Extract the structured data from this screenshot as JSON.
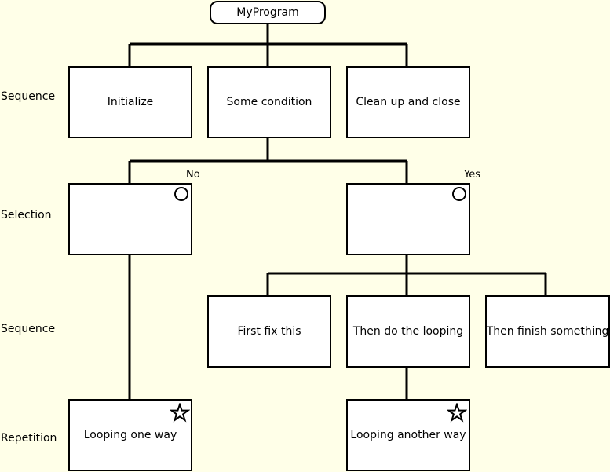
{
  "title": "MyProgram",
  "row_labels": {
    "row1": "Sequence",
    "row2": "Selection",
    "row3": "Sequence",
    "row4": "Repetition"
  },
  "boxes": {
    "initialize": "Initialize",
    "some_condition": "Some condition",
    "clean_up": "Clean up and close",
    "selection_no": "",
    "selection_yes": "",
    "first_fix": "First fix this",
    "do_looping": "Then do the looping",
    "finish_something": "Then finish something",
    "loop_one": "Looping one way",
    "loop_another": "Looping another way"
  },
  "branch_labels": {
    "no": "No",
    "yes": "Yes"
  },
  "markers": {
    "selection": "circle-icon",
    "repetition": "star-icon"
  },
  "colors": {
    "background": "#ffffe8",
    "box_fill": "#ffffff",
    "stroke": "#000000"
  }
}
